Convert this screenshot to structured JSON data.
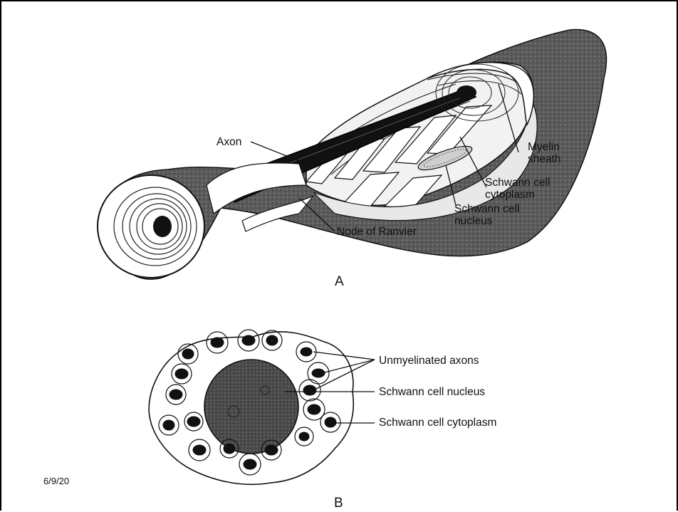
{
  "diagram_a": {
    "labels": {
      "axon": "Axon",
      "myelin_line1": "Myelin",
      "myelin_line2": "sheath",
      "schwann_cytoplasm_line1": "Schwann cell",
      "schwann_cytoplasm_line2": "cytoplasm",
      "schwann_nucleus_line1": "Schwann cell",
      "schwann_nucleus_line2": "nucleus",
      "node_of_ranvier": "Node of Ranvier"
    },
    "panel_letter": "A"
  },
  "diagram_b": {
    "labels": {
      "unmyelinated_axons": "Unmyelinated axons",
      "schwann_cell_nucleus": "Schwann cell nucleus",
      "schwann_cell_cytoplasm": "Schwann cell cytoplasm"
    },
    "panel_letter": "B"
  },
  "footer": {
    "date": "6/9/20"
  }
}
